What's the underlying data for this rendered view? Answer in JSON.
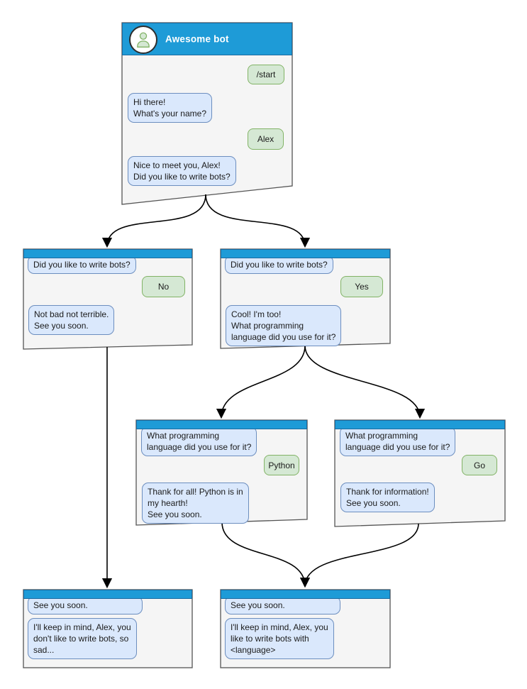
{
  "palette": {
    "accent": "#1e9bd7",
    "accent_border": "#1b6ba0",
    "bot_fill": "#dae8fc",
    "bot_stroke": "#6c8ebf",
    "user_fill": "#d5e8d4",
    "user_stroke": "#82b366",
    "box_fill": "#f5f5f5",
    "box_stroke": "#545454",
    "arrow": "#000000"
  },
  "nodes": {
    "root": {
      "title": "Awesome bot",
      "avatar_icon": "person-icon",
      "messages": [
        {
          "from": "user",
          "text": "/start"
        },
        {
          "from": "bot",
          "text": "Hi there!\nWhat's your name?"
        },
        {
          "from": "user",
          "text": "Alex"
        },
        {
          "from": "bot",
          "text": "Nice to meet you, Alex!\nDid you like to write bots?"
        }
      ]
    },
    "branch_no": {
      "messages": [
        {
          "from": "bot",
          "text": "Did you like to write bots?"
        },
        {
          "from": "user",
          "text": "No"
        },
        {
          "from": "bot",
          "text": "Not bad not terrible.\nSee you soon."
        }
      ]
    },
    "branch_yes": {
      "messages": [
        {
          "from": "bot",
          "text": "Did you like to write bots?"
        },
        {
          "from": "user",
          "text": "Yes"
        },
        {
          "from": "bot",
          "text": "Cool! I'm too!\nWhat programming\nlanguage did you use for it?"
        }
      ]
    },
    "python": {
      "messages": [
        {
          "from": "bot",
          "text": "What programming\nlanguage did you use for it?"
        },
        {
          "from": "user",
          "text": "Python"
        },
        {
          "from": "bot",
          "text": "Thank for all! Python is in\nmy hearth!\nSee you soon."
        }
      ]
    },
    "go": {
      "messages": [
        {
          "from": "bot",
          "text": "What programming\nlanguage did you use for it?"
        },
        {
          "from": "user",
          "text": "Go"
        },
        {
          "from": "bot",
          "text": "Thank for information!\nSee you soon."
        }
      ]
    },
    "end_no": {
      "messages": [
        {
          "from": "bot",
          "text": "See you soon."
        },
        {
          "from": "bot",
          "text": "I'll keep in mind, Alex, you\ndon't like to write bots, so\nsad..."
        }
      ]
    },
    "end_lang": {
      "messages": [
        {
          "from": "bot",
          "text": "See you soon."
        },
        {
          "from": "bot",
          "text": "I'll keep in mind, Alex, you\nlike to write bots with\n<language>"
        }
      ]
    }
  },
  "edges": [
    {
      "from": "root",
      "to": "branch_no"
    },
    {
      "from": "root",
      "to": "branch_yes"
    },
    {
      "from": "branch_no",
      "to": "end_no"
    },
    {
      "from": "branch_yes",
      "to": "python"
    },
    {
      "from": "branch_yes",
      "to": "go"
    },
    {
      "from": "python",
      "to": "end_lang"
    },
    {
      "from": "go",
      "to": "end_lang"
    }
  ]
}
